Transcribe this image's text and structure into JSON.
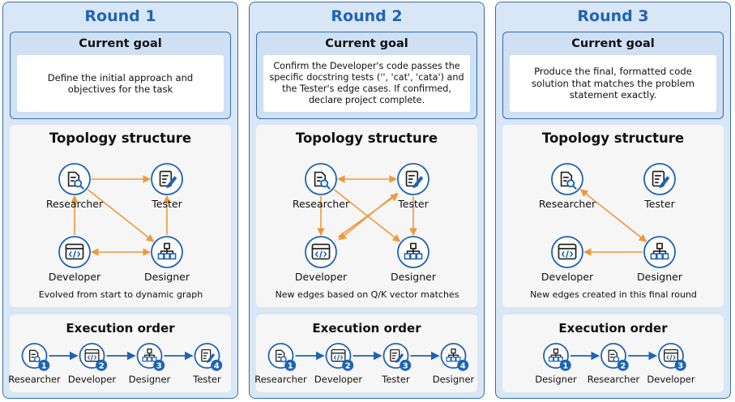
{
  "colors": {
    "accent": "#1e64b4",
    "edge": "#f0983a",
    "panel_bg": "#d9e6f5",
    "goal_border": "#2f6db3"
  },
  "rounds": [
    {
      "title": "Round 1",
      "goal_title": "Current goal",
      "goal_text": "Define the initial approach and objectives for the task",
      "topology_title": "Topology structure",
      "nodes": {
        "researcher": "Researcher",
        "tester": "Tester",
        "developer": "Developer",
        "designer": "Designer"
      },
      "caption": "Evolved from start to dynamic graph",
      "execution_title": "Execution order",
      "execution": [
        {
          "role": "Researcher",
          "step": "1",
          "icon": "researcher-icon"
        },
        {
          "role": "Developer",
          "step": "2",
          "icon": "developer-icon"
        },
        {
          "role": "Designer",
          "step": "3",
          "icon": "designer-icon"
        },
        {
          "role": "Tester",
          "step": "4",
          "icon": "tester-icon"
        }
      ]
    },
    {
      "title": "Round 2",
      "goal_title": "Current goal",
      "goal_text": "Confirm the Developer's code passes the specific docstring tests ('', 'cat', 'cata') and the Tester's edge cases. If confirmed, declare project complete.",
      "topology_title": "Topology structure",
      "nodes": {
        "researcher": "Researcher",
        "tester": "Tester",
        "developer": "Developer",
        "designer": "Designer"
      },
      "caption": "New edges based on Q/K vector matches",
      "execution_title": "Execution order",
      "execution": [
        {
          "role": "Researcher",
          "step": "1",
          "icon": "researcher-icon"
        },
        {
          "role": "Developer",
          "step": "2",
          "icon": "developer-icon"
        },
        {
          "role": "Tester",
          "step": "3",
          "icon": "tester-icon"
        },
        {
          "role": "Designer",
          "step": "4",
          "icon": "designer-icon"
        }
      ]
    },
    {
      "title": "Round 3",
      "goal_title": "Current goal",
      "goal_text": "Produce the final, formatted code solution that matches the problem statement exactly.",
      "topology_title": "Topology structure",
      "nodes": {
        "researcher": "Researcher",
        "tester": "Tester",
        "developer": "Developer",
        "designer": "Designer"
      },
      "caption": "New edges created in this final round",
      "execution_title": "Execution order",
      "execution": [
        {
          "role": "Designer",
          "step": "1",
          "icon": "designer-icon"
        },
        {
          "role": "Researcher",
          "step": "2",
          "icon": "researcher-icon"
        },
        {
          "role": "Developer",
          "step": "3",
          "icon": "developer-icon"
        }
      ]
    }
  ]
}
